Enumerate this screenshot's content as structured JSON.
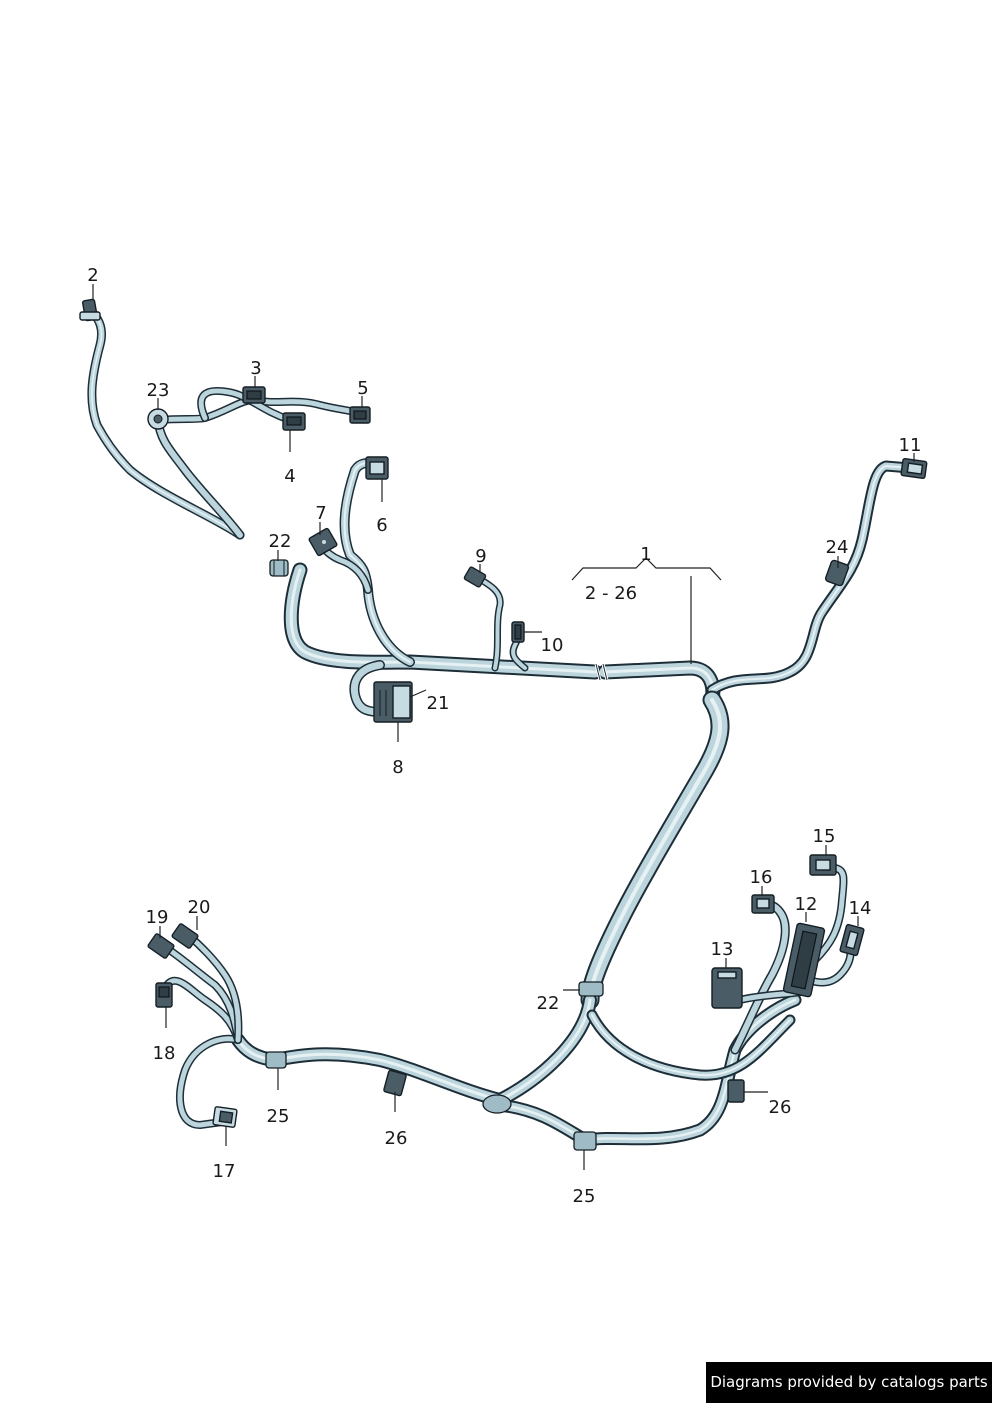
{
  "callouts": {
    "c1": "1",
    "range": "2 - 26",
    "c2": "2",
    "c3": "3",
    "c4": "4",
    "c5": "5",
    "c6": "6",
    "c7": "7",
    "c8": "8",
    "c9": "9",
    "c10": "10",
    "c11": "11",
    "c12": "12",
    "c13": "13",
    "c14": "14",
    "c15": "15",
    "c16": "16",
    "c17": "17",
    "c18": "18",
    "c19": "19",
    "c20": "20",
    "c21": "21",
    "c22": "22",
    "c23": "23",
    "c24": "24",
    "c25": "25",
    "c26": "26"
  },
  "footer": {
    "text": "Diagrams provided by catalogs parts"
  },
  "colors": {
    "wire_outline": "#1d2e38",
    "wire_fill": "#bcd5dd",
    "connector": "#4a5d66",
    "footer_bg": "#000000"
  }
}
